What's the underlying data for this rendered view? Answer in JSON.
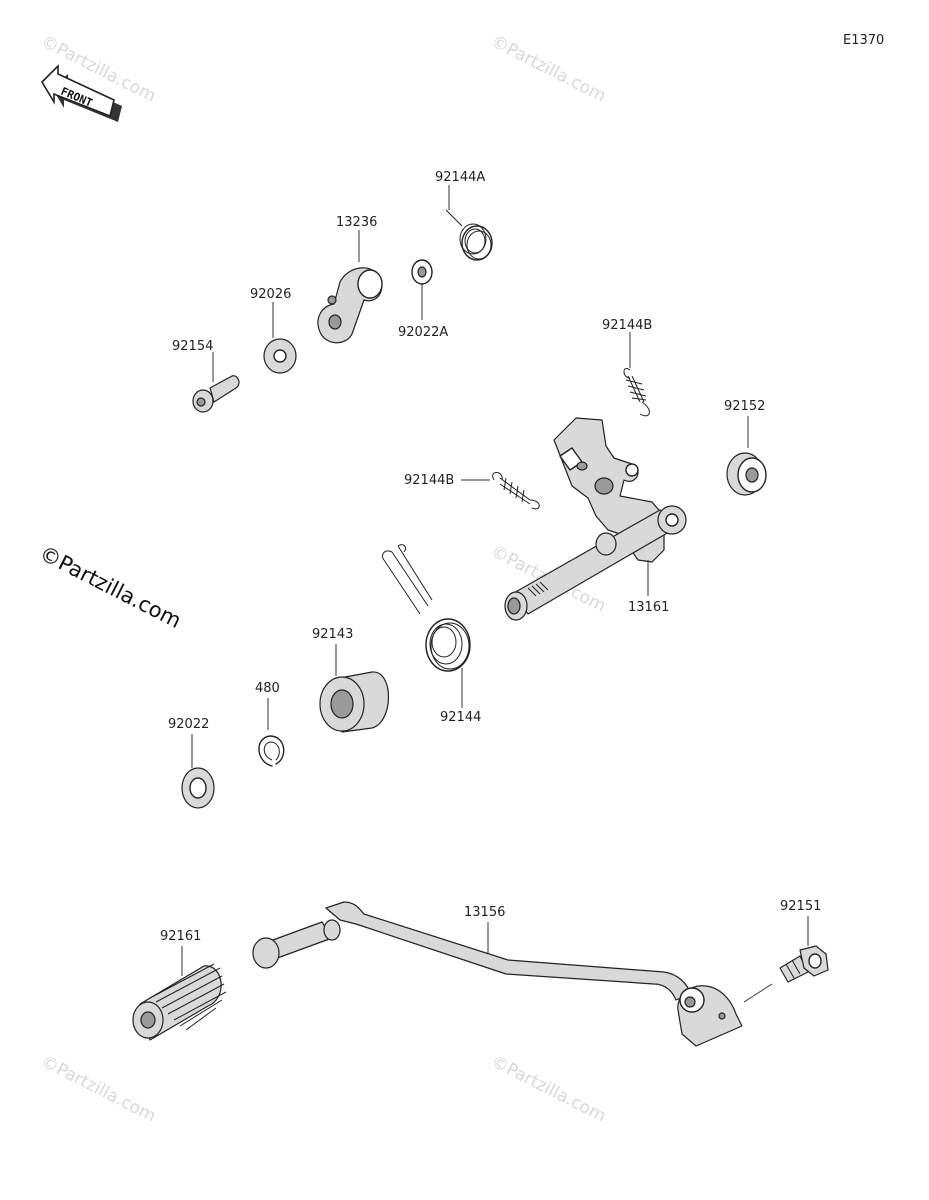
{
  "diagram_code": "E1370",
  "front_label": "FRONT",
  "watermark": "©Partzilla.com",
  "parts": {
    "p92144A": "92144A",
    "p13236": "13236",
    "p92026": "92026",
    "p92022A": "92022A",
    "p92154": "92154",
    "p92144B_top": "92144B",
    "p92152": "92152",
    "p92144B_mid": "92144B",
    "p13161": "13161",
    "p92143": "92143",
    "p92144": "92144",
    "p480": "480",
    "p92022": "92022",
    "p13156": "13156",
    "p92151": "92151",
    "p92161": "92161"
  }
}
